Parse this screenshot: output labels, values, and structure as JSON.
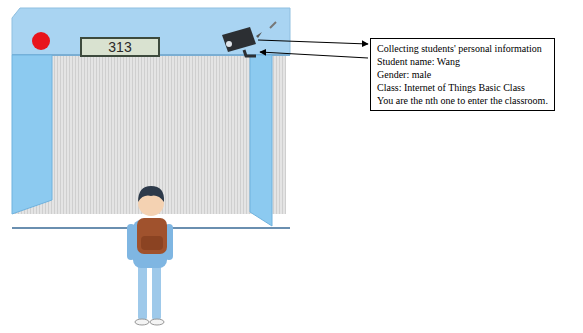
{
  "diagram": {
    "nodes": [
      {
        "text": [
          "313"
        ]
      },
      {
        "text": [
          "Collecting students' personal information",
          "Student name: Wang",
          "Gender: male",
          "Class: Internet of Things Basic Class",
          "You are the nth one to enter the classroom."
        ]
      }
    ]
  }
}
